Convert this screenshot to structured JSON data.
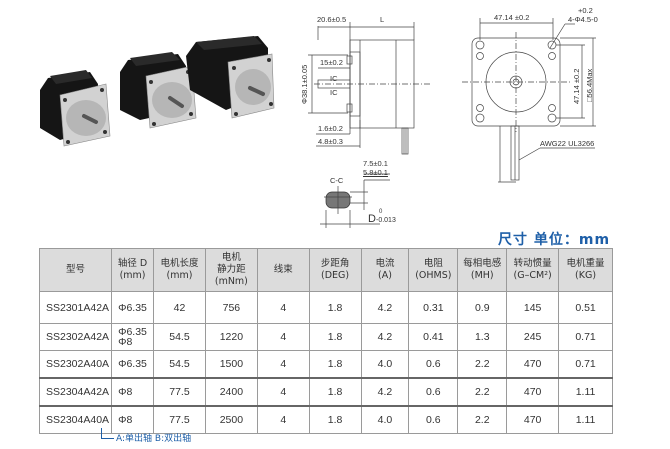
{
  "photo": {
    "description": "Three NEMA 23 stepper motors of increasing length",
    "icon": "stepper-motor-photo"
  },
  "side_view": {
    "dims": {
      "flange_to_front": "20.6±0.5",
      "length": "L",
      "key_length": "15±0.2",
      "ic_top": "IC",
      "ic_bottom": "IC",
      "pilot_diameter": "Φ38.1±0.05",
      "pilot_height": "1.6±0.2",
      "flange_thickness": "4.8±0.3"
    }
  },
  "front_view": {
    "dims": {
      "hole_spacing_h": "47.14 ±0.2",
      "hole_tolerance": "+0.2",
      "holes": "4-Φ4.5-0",
      "hole_spacing_v": "47.14 ±0.2",
      "body_max": "□56.4Max",
      "wire": "AWG22 UL3266"
    }
  },
  "shaft_section": {
    "label": "C-C",
    "dim1": "7.5±0.1",
    "dim2": "5.8±0.1",
    "d_label": "D",
    "d_tol_upper": "0",
    "d_tol_lower": "-0.013"
  },
  "units_label": "尺寸  单位：mm",
  "table": {
    "headers": [
      {
        "line1": "型号",
        "line2": ""
      },
      {
        "line1": "轴径 D",
        "line2": "(mm)"
      },
      {
        "line1": "电机长度",
        "line2": "(mm)"
      },
      {
        "line1": "电机",
        "line2": "静力距",
        "line3": "(mNm)"
      },
      {
        "line1": "线束",
        "line2": ""
      },
      {
        "line1": "步距角",
        "line2": "(DEG)"
      },
      {
        "line1": "电流",
        "line2": "(A)"
      },
      {
        "line1": "电阻",
        "line2": "(OHMS)"
      },
      {
        "line1": "每相电感",
        "line2": "(MH)"
      },
      {
        "line1": "转动惯量",
        "line2": "(G–CM²)"
      },
      {
        "line1": "电机重量",
        "line2": "(KG)"
      }
    ],
    "rows": [
      {
        "model": "SS2301A42A",
        "shaft1": "Φ6.35",
        "shaft2": "",
        "length": "42",
        "torque": "756",
        "leads": "4",
        "step": "1.8",
        "current": "4.2",
        "resistance": "0.31",
        "inductance": "0.9",
        "inertia": "145",
        "weight": "0.51"
      },
      {
        "model": "SS2302A42A",
        "shaft1": "Φ6.35",
        "shaft2": "Φ8",
        "length": "54.5",
        "torque": "1220",
        "leads": "4",
        "step": "1.8",
        "current": "4.2",
        "resistance": "0.41",
        "inductance": "1.3",
        "inertia": "245",
        "weight": "0.71"
      },
      {
        "model": "SS2302A40A",
        "shaft1": "Φ6.35",
        "shaft2": "",
        "length": "54.5",
        "torque": "1500",
        "leads": "4",
        "step": "1.8",
        "current": "4.0",
        "resistance": "0.6",
        "inductance": "2.2",
        "inertia": "470",
        "weight": "0.71"
      },
      {
        "model": "SS2304A42A",
        "shaft1": "Φ8",
        "shaft2": "",
        "length": "77.5",
        "torque": "2400",
        "leads": "4",
        "step": "1.8",
        "current": "4.2",
        "resistance": "0.6",
        "inductance": "2.2",
        "inertia": "470",
        "weight": "1.11"
      },
      {
        "model": "SS2304A40A",
        "shaft1": "Φ8",
        "shaft2": "",
        "length": "77.5",
        "torque": "2500",
        "leads": "4",
        "step": "1.8",
        "current": "4.0",
        "resistance": "0.6",
        "inductance": "2.2",
        "inertia": "470",
        "weight": "1.11"
      }
    ]
  },
  "footnote": "A:单出轴   B:双出轴",
  "colors": {
    "accent_blue": "#1e5fa8",
    "header_bg": "#dcdcdc",
    "border": "#9a9a9a",
    "motor_body": "#1a1a1a",
    "motor_face": "#c8c8c8"
  }
}
